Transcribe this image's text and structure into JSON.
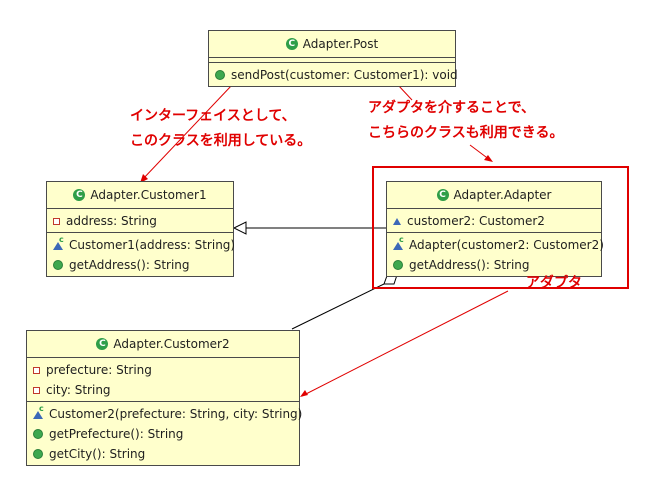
{
  "classes": {
    "post": {
      "name": "Adapter.Post",
      "methods": [
        {
          "text": "sendPost(customer: Customer1): void",
          "icon": "public-method-icon"
        }
      ]
    },
    "customer1": {
      "name": "Adapter.Customer1",
      "fields": [
        {
          "text": "address: String",
          "icon": "private-field-icon"
        }
      ],
      "methods": [
        {
          "text": "Customer1(address: String)",
          "icon": "constructor-icon"
        },
        {
          "text": "getAddress(): String",
          "icon": "public-method-icon"
        }
      ]
    },
    "adapter": {
      "name": "Adapter.Adapter",
      "fields": [
        {
          "text": "customer2: Customer2",
          "icon": "package-field-icon"
        }
      ],
      "methods": [
        {
          "text": "Adapter(customer2: Customer2)",
          "icon": "constructor-icon"
        },
        {
          "text": "getAddress(): String",
          "icon": "public-method-icon"
        }
      ]
    },
    "customer2": {
      "name": "Adapter.Customer2",
      "fields": [
        {
          "text": "prefecture: String",
          "icon": "private-field-icon"
        },
        {
          "text": "city: String",
          "icon": "private-field-icon"
        }
      ],
      "methods": [
        {
          "text": "Customer2(prefecture: String, city: String)",
          "icon": "constructor-icon"
        },
        {
          "text": "getPrefecture(): String",
          "icon": "public-method-icon"
        },
        {
          "text": "getCity(): String",
          "icon": "public-method-icon"
        }
      ]
    }
  },
  "class_icon_glyph": "C",
  "annotations": {
    "interface_note": [
      "インターフェイスとして、",
      "このクラスを利用している。"
    ],
    "adapter_note": [
      "アダプタを介することで、",
      "こちらのクラスも利用できる。"
    ],
    "adapter_label": "アダプタ"
  },
  "colors": {
    "class_fill": "#ffffcc",
    "class_border": "#4a4a4a",
    "annotation": "#e00000",
    "connector": "#000000"
  }
}
